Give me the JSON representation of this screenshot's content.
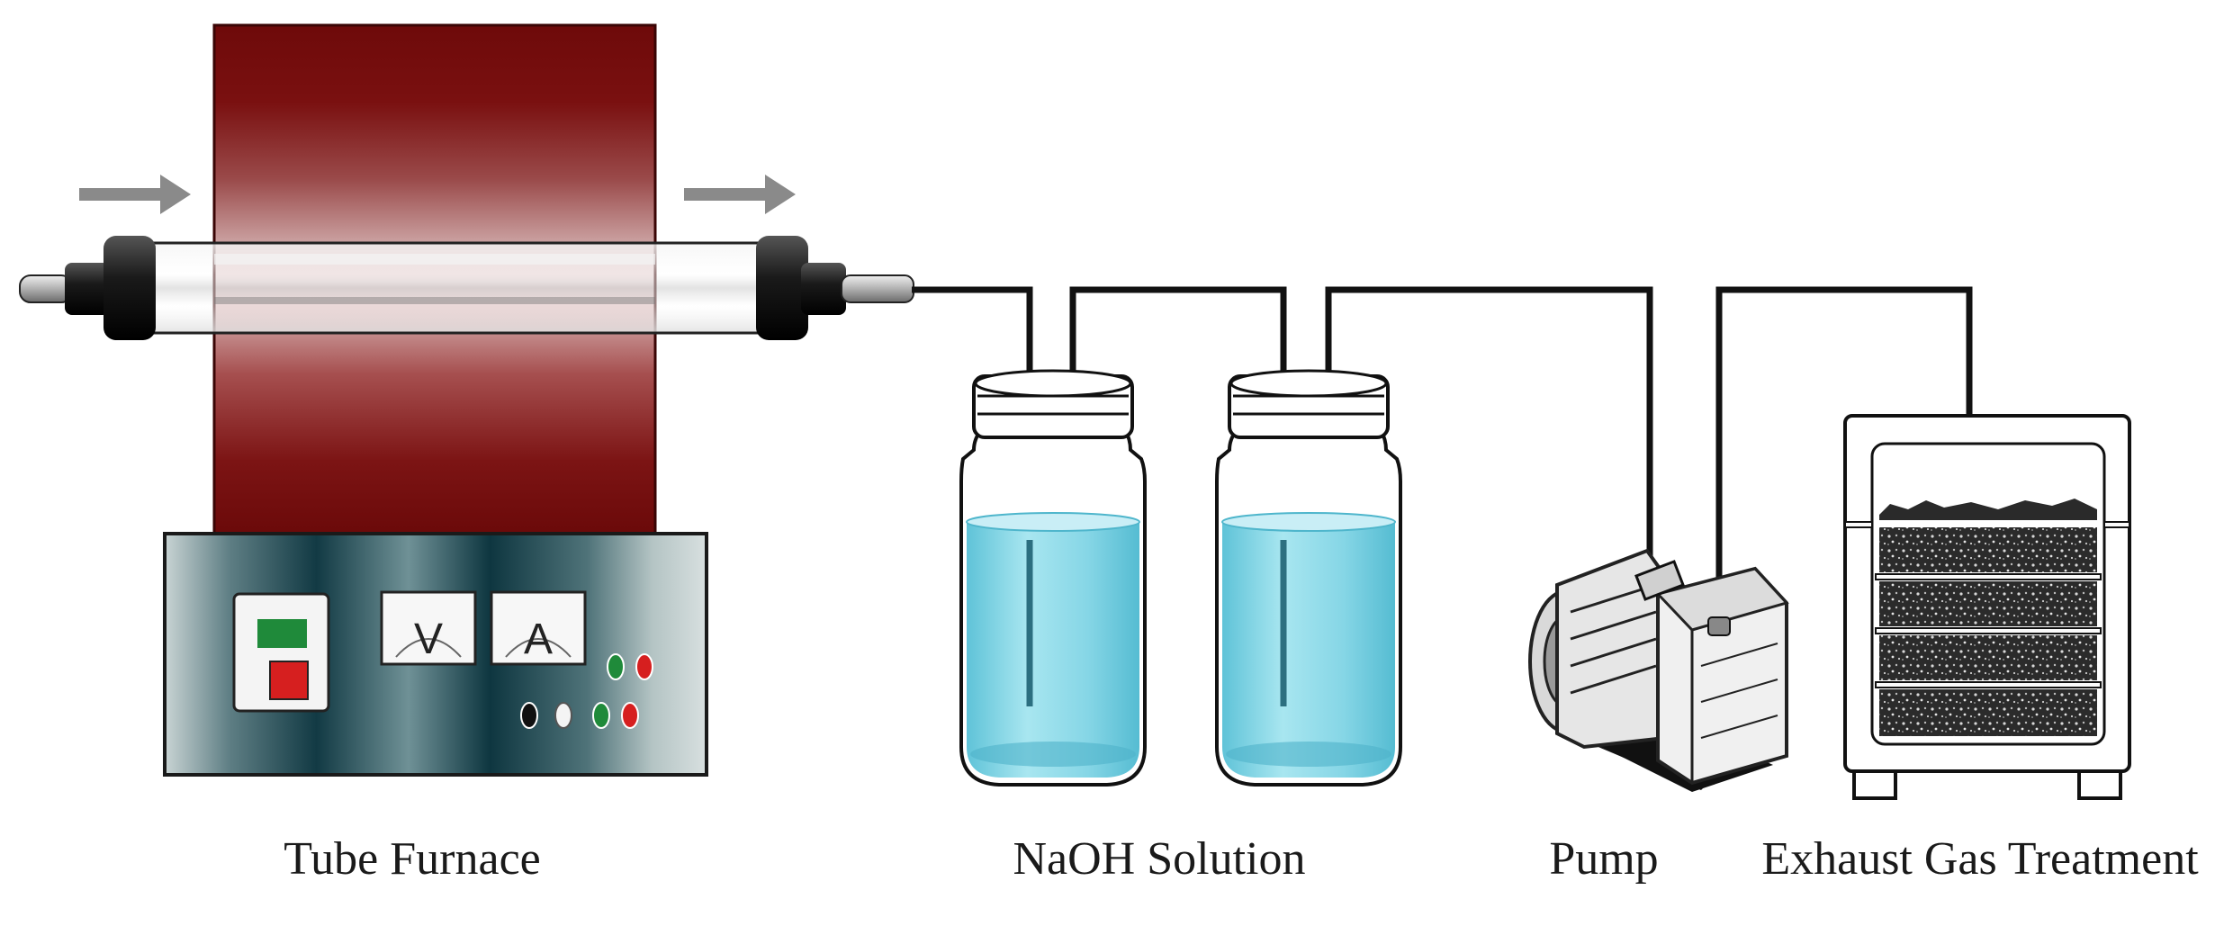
{
  "labels": {
    "furnace": "Tube Furnace",
    "naoh": "NaOH Solution",
    "pump": "Pump",
    "exhaust": "Exhaust Gas Treatment"
  },
  "meters": {
    "voltmeter": "V",
    "ammeter": "A"
  },
  "colors": {
    "furnace_body": "#7a0f0f",
    "control_panel": "#0d3a44",
    "naoh_liquid": "#7fd3e3",
    "tubing": "#111111",
    "arrow": "#8a8a8a",
    "switch_green": "#1f8a3a",
    "switch_red": "#d61f1f",
    "exhaust_media": "#2a2a2a"
  }
}
